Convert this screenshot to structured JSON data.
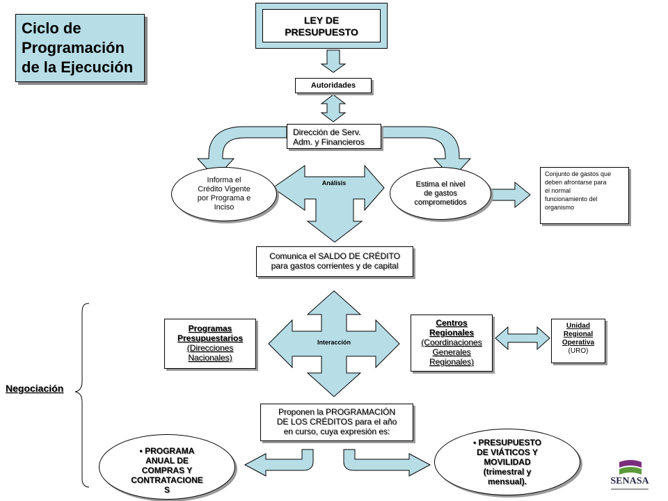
{
  "title": [
    "Ciclo de",
    "Programación",
    "de la Ejecución"
  ],
  "ley": [
    "LEY DE",
    "PRESUPUESTO"
  ],
  "autoridades": "Autoridades",
  "direccion": [
    "Dirección de Serv.",
    "Adm. y Financieros"
  ],
  "analisis": "Análisis",
  "informa": [
    "Informa  el",
    "Crédito Vigente",
    "por Programa e",
    "Inciso"
  ],
  "estima": [
    "Estima el nivel",
    "de gastos",
    "comprometidos"
  ],
  "conjunto": [
    "Conjunto de gastos que",
    "deben afrontarse para",
    "el normal",
    "funcionamiento del",
    "organismo"
  ],
  "comunica": [
    "Comunica el SALDO DE CRÉDITO",
    "para gastos corrientes y de capital"
  ],
  "interaccion": "Interacción",
  "programas": [
    "Programas",
    "Presupuestarios",
    "(Direcciones",
    "Nacionales)"
  ],
  "centros": [
    "Centros",
    "Regionales",
    "(Coordinaciones",
    "Generales",
    "Regionales)"
  ],
  "unidad": [
    "Unidad",
    "Regional",
    "Operativa",
    "(URO)"
  ],
  "negociacion": "Negociación",
  "proponen": [
    "Proponen la PROGRAMACIÓN",
    "DE LOS CRÉDITOS  para el año",
    "en curso, cuya expresión es:"
  ],
  "programa_anual": [
    "• PROGRAMA",
    "ANUAL DE",
    "COMPRAS Y",
    "CONTRATACIONE",
    "S"
  ],
  "presupuesto_viaticos": [
    "• PRESUPUESTO",
    "DE VIÁTICOS  Y",
    "MOVILIDAD",
    "(trimestral  y",
    "mensual)."
  ],
  "logo": {
    "text": "SENASA",
    "color_top": "#7a2d7e",
    "color_bottom": "#5a9a3a"
  },
  "colors": {
    "arrow_fill": "#b7dde6",
    "title_fill": "#b7dde6"
  }
}
